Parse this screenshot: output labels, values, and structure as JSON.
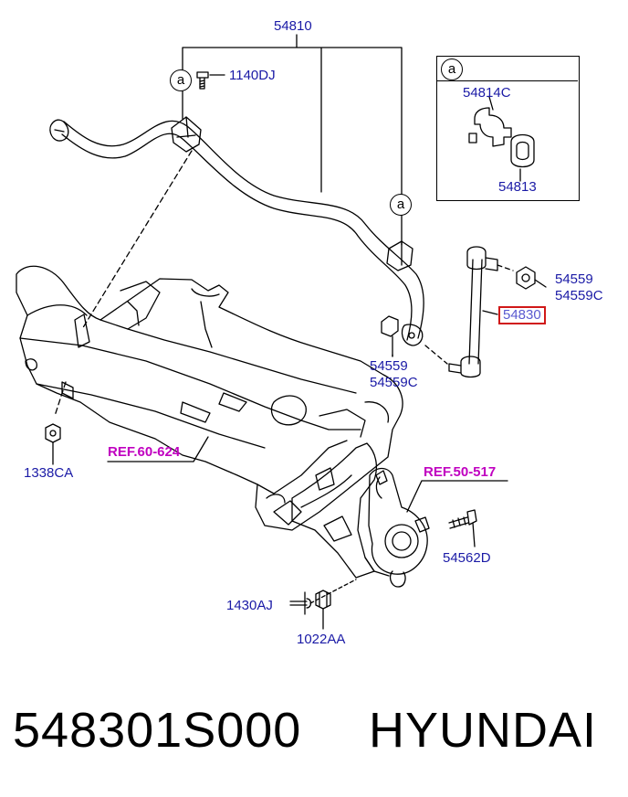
{
  "parts": {
    "stabilizer_bar": "54810",
    "bolt_top": "1140DJ",
    "bushing": "54814C",
    "bracket": "54813",
    "nut_right_a": "54559",
    "nut_right_b": "54559C",
    "link": "54830",
    "nut_mid_a": "54559",
    "nut_mid_b": "54559C",
    "nut_left": "1338CA",
    "bolt_knuckle": "54562D",
    "cotter_pin": "1430AJ",
    "castle_nut": "1022AA"
  },
  "refs": {
    "subframe": "REF.60-624",
    "knuckle": "REF.50-517"
  },
  "callout_letter": "a",
  "footer": {
    "part_number": "548301S000",
    "brand": "HYUNDAI"
  },
  "colors": {
    "label": "#1a1aa6",
    "reference": "#c000c0",
    "highlight_border": "#d01818",
    "line": "#000000"
  }
}
